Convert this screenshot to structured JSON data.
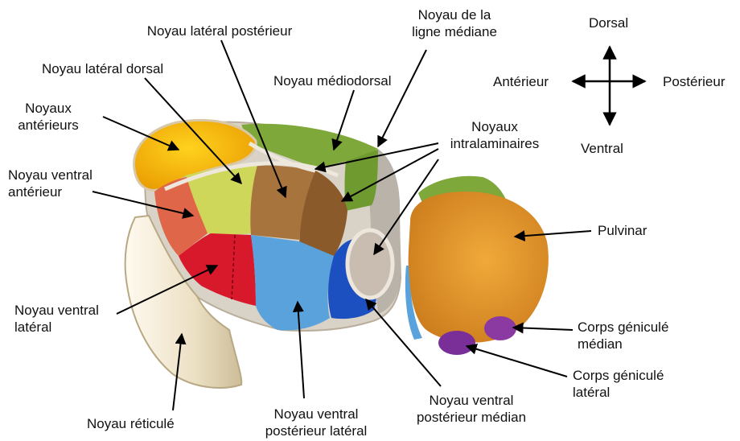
{
  "labels": {
    "noyau_lateral_posterieur": [
      "Noyau latéral postérieur"
    ],
    "noyau_ligne_mediane": [
      "Noyau de la",
      "ligne médiane"
    ],
    "noyau_lateral_dorsal": [
      "Noyau latéral dorsal"
    ],
    "noyau_mediodorsal": [
      "Noyau médiodorsal"
    ],
    "noyaux_anterieurs": [
      "Noyaux",
      "antérieurs"
    ],
    "noyaux_intralaminaires": [
      "Noyaux",
      "intralaminaires"
    ],
    "noyau_ventral_anterieur": [
      "Noyau ventral",
      "antérieur"
    ],
    "pulvinar": [
      "Pulvinar"
    ],
    "noyau_ventral_lateral": [
      "Noyau ventral",
      "latéral"
    ],
    "corps_genicule_median": [
      "Corps géniculé",
      "médian"
    ],
    "corps_genicule_lateral": [
      "Corps géniculé",
      "latéral"
    ],
    "noyau_reticule": [
      "Noyau réticulé"
    ],
    "noyau_ventral_posterieur_lateral": [
      "Noyau ventral",
      "postérieur latéral"
    ],
    "noyau_ventral_posterieur_median": [
      "Noyau ventral",
      "postérieur médian"
    ]
  },
  "compass": {
    "dorsal": "Dorsal",
    "ventral": "Ventral",
    "anterieur": "Antérieur",
    "posterieur": "Postérieur"
  },
  "colors": {
    "anterior_nuclei": "#f5b800",
    "lateral_dorsal": "#cfd75a",
    "lateral_posterior": "#a8743e",
    "mediodorsal": "#7ea83a",
    "ventral_anterior": "#e0664a",
    "ventral_lateral": "#d8192c",
    "ventral_posterior_lateral": "#5aa2dc",
    "ventral_posterior_medial": "#1c4fc0",
    "pulvinar": "#e39a2a",
    "geniculate": "#8a3aa0",
    "reticular": "#e8dcc0",
    "midline": "#b9b3aa"
  }
}
